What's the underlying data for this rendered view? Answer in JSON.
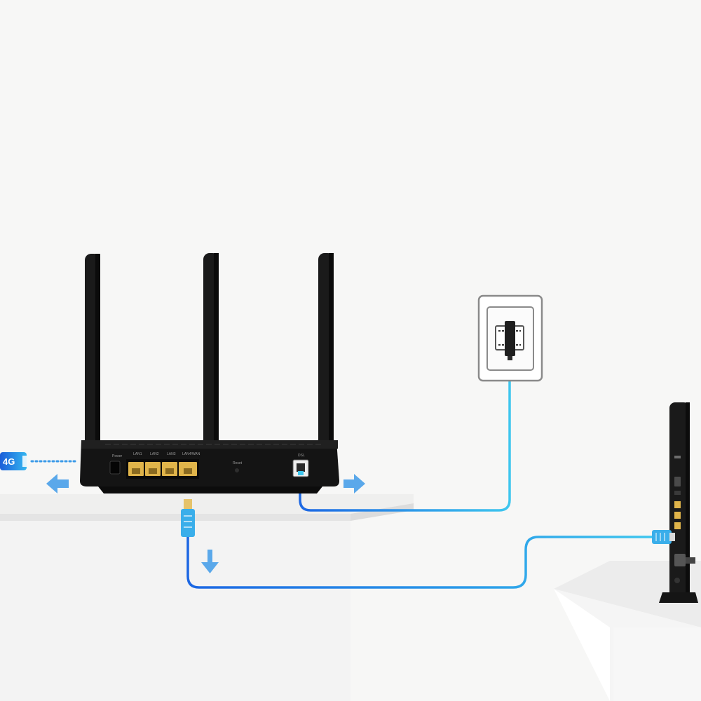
{
  "router": {
    "ports": {
      "power": "Power",
      "lan1": "LAN1",
      "lan2": "LAN2",
      "lan3": "LAN3",
      "lan4_wan": "LAN4/WAN",
      "reset": "Reset",
      "dsl": "DSL"
    }
  },
  "badge": {
    "label": "4G"
  },
  "colors": {
    "cable_light": "#3ec6ee",
    "cable_dark": "#1c67e3",
    "arrow": "#5aa8ea",
    "router_body": "#151515",
    "port_gold": "#e0b44a",
    "wall_plate": "#8a8a8a"
  }
}
